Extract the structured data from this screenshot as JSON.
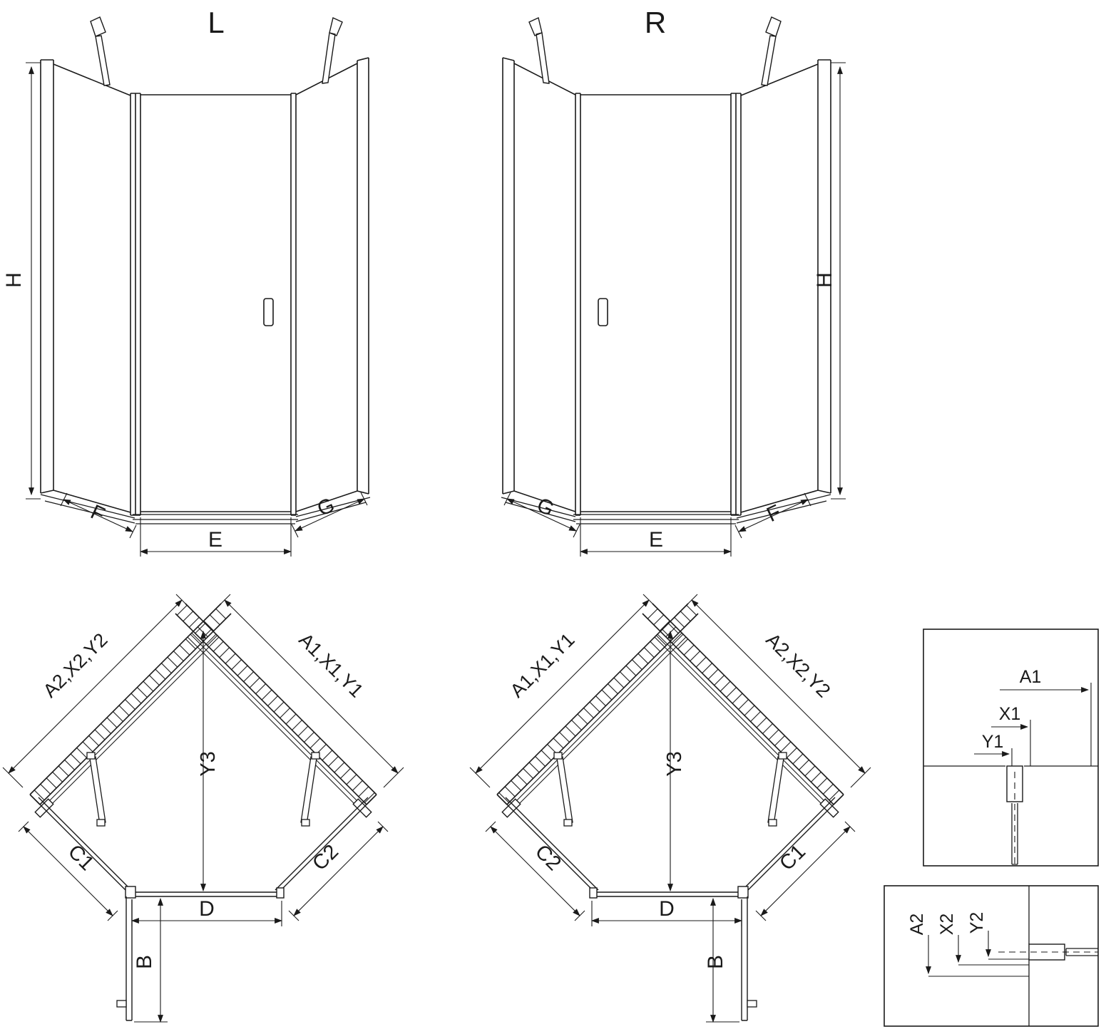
{
  "views": {
    "elevation_left": {
      "title": "L",
      "dim_height": "H",
      "dim_left_panel": "F",
      "dim_door": "E",
      "dim_right_panel": "G"
    },
    "elevation_right": {
      "title": "R",
      "dim_height": "H",
      "dim_left_panel": "G",
      "dim_door": "E",
      "dim_right_panel": "F"
    },
    "plan_left": {
      "dim_wall_left": "A2,X2,Y2",
      "dim_wall_right": "A1,X1,Y1",
      "dim_depth": "Y3",
      "dim_side_left": "C1",
      "dim_side_right": "C2",
      "dim_door": "D",
      "dim_door_swing": "B"
    },
    "plan_right": {
      "dim_wall_left": "A1,X1,Y1",
      "dim_wall_right": "A2,X2,Y2",
      "dim_depth": "Y3",
      "dim_side_left": "C2",
      "dim_side_right": "C1",
      "dim_door": "D",
      "dim_door_swing": "B"
    },
    "detail_top": {
      "dim_a": "A1",
      "dim_x": "X1",
      "dim_y": "Y1"
    },
    "detail_bottom": {
      "dim_a": "A2",
      "dim_x": "X2",
      "dim_y": "Y2"
    }
  },
  "colors": {
    "line": "#1a1a1a",
    "background": "#ffffff"
  }
}
